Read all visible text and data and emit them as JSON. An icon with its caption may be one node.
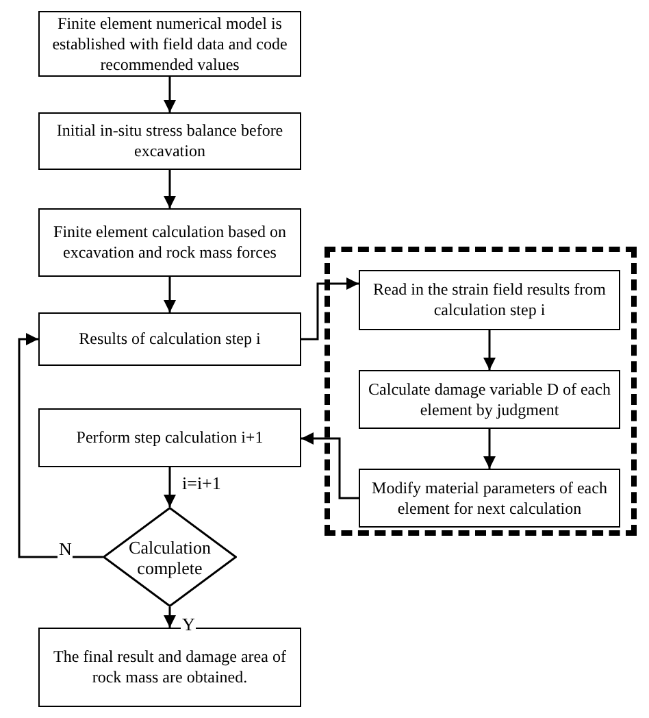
{
  "diagram": {
    "nodes": [
      {
        "text": [
          "Finite element numerical model is established with field data and code recommended values"
        ]
      },
      {
        "text": [
          "Initial in-situ stress balance before excavation"
        ]
      },
      {
        "text": [
          "Finite element calculation based on excavation and rock mass forces"
        ]
      },
      {
        "text": [
          "Results of calculation step i"
        ]
      },
      {
        "text": [
          "Perform step calculation i+1"
        ]
      },
      {
        "text": [
          "Calculation complete"
        ]
      },
      {
        "text": [
          "The final result and damage area of rock mass are obtained."
        ]
      },
      {
        "text": [],
        "shape": "box"
      },
      {
        "text": [
          "Read in the strain field results from calculation step i"
        ],
        "in": 7
      },
      {
        "text": [
          "Calculate damage variable D of each element by judgment"
        ],
        "in": 7
      },
      {
        "text": [
          "Modify material parameters of each element for next calculation"
        ],
        "in": 7
      }
    ],
    "edges": [
      {
        "from": 0,
        "to": 1,
        "arrow": "to"
      },
      {
        "from": 1,
        "to": 2,
        "arrow": "to"
      },
      {
        "from": 2,
        "to": 3,
        "arrow": "to"
      },
      {
        "from": 3,
        "to": 8,
        "arrow": "to"
      },
      {
        "from": 8,
        "to": 9,
        "arrow": "to"
      },
      {
        "from": 9,
        "to": 10,
        "arrow": "to"
      },
      {
        "from": 10,
        "to": 4,
        "arrow": "to"
      },
      {
        "from": 4,
        "to": 5,
        "arrow": "to",
        "label": "i=i+1"
      },
      {
        "from": 5,
        "to": 3,
        "arrow": "to",
        "label": "N"
      },
      {
        "from": 5,
        "to": 6,
        "arrow": "to",
        "label": "Y"
      }
    ]
  }
}
